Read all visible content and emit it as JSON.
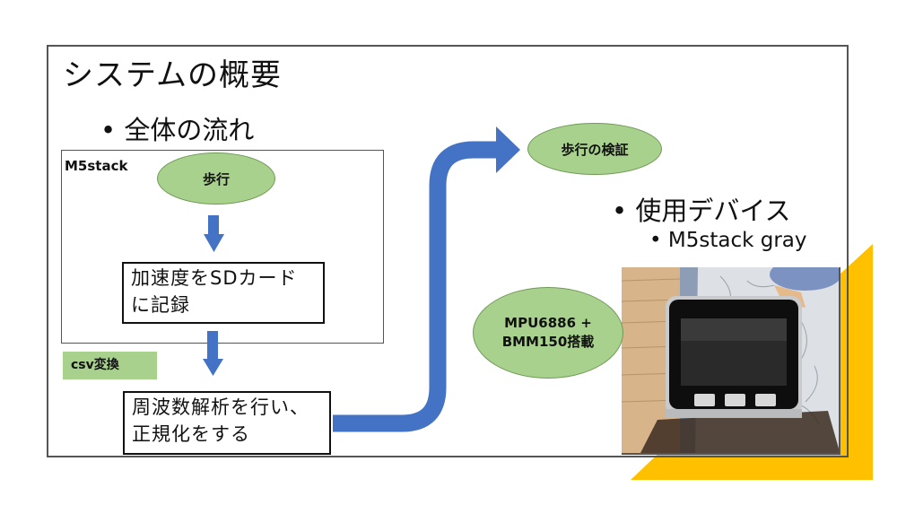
{
  "slide": {
    "title": "システムの概要",
    "bullets": {
      "overall_flow": "• 全体の流れ",
      "devices": "• 使用デバイス",
      "device_name": "• M5stack gray"
    }
  },
  "flow": {
    "container_label": "M5stack",
    "walk": "歩行",
    "record": [
      "加速度をSDカード",
      "に記録"
    ],
    "csv_label": "csv変換",
    "analysis": [
      "周波数解析を行い、",
      "正規化をする"
    ],
    "verify": "歩行の検証"
  },
  "device": {
    "sensors": [
      "MPU6886 +",
      "BMM150搭載"
    ],
    "photo_description": "M5stack gray device photo"
  },
  "colors": {
    "accent_green": "#a9d18e",
    "arrow_blue": "#4472c4",
    "accent_yellow": "#ffc000"
  }
}
